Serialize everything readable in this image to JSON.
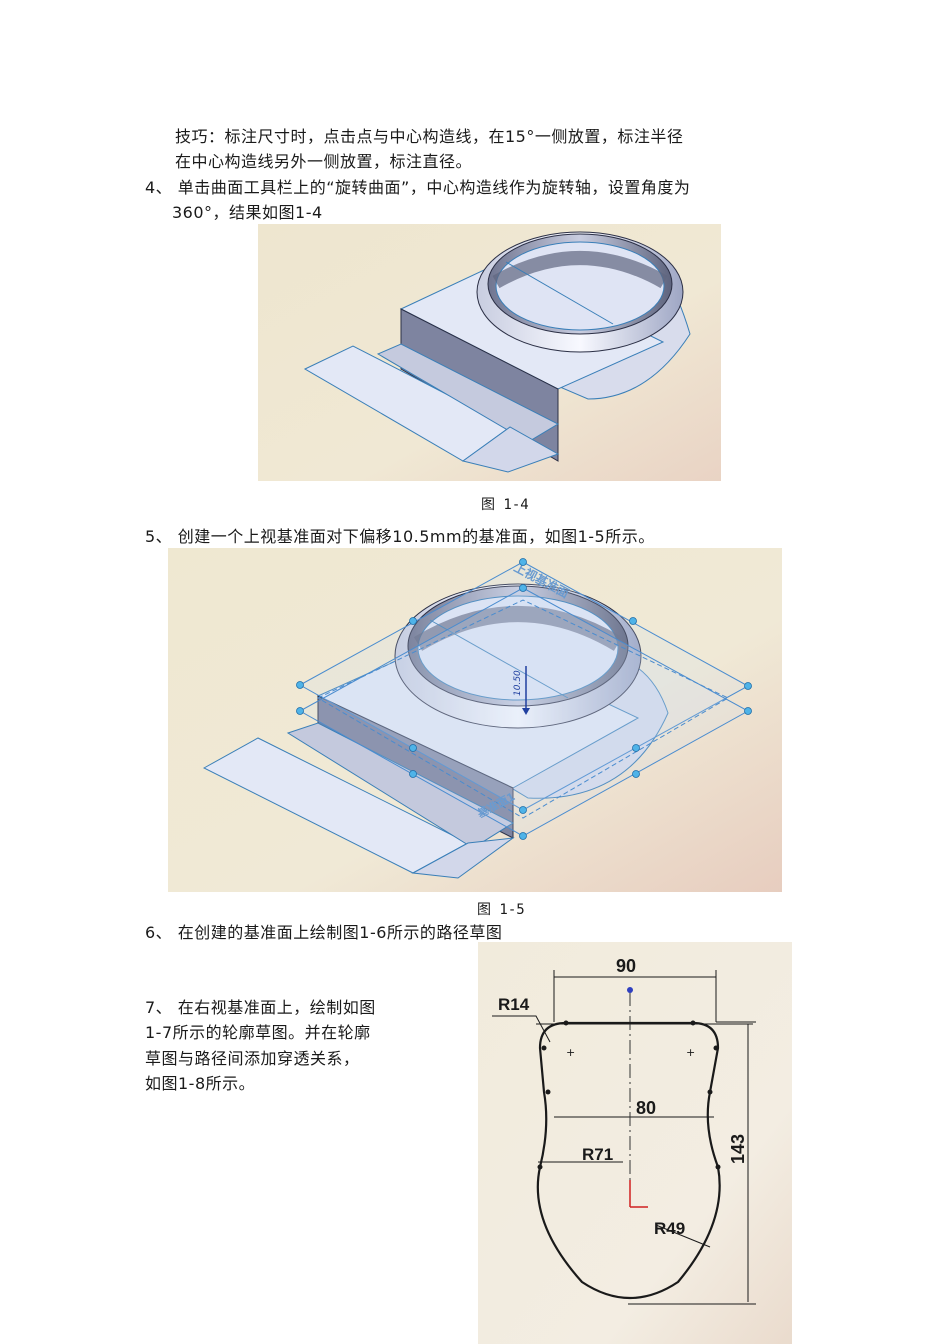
{
  "tip": {
    "line1": "技巧：标注尺寸时，点击点与中心构造线，在15°一侧放置，标注半径",
    "line2": "在中心构造线另外一侧放置，标注直径。"
  },
  "step4": {
    "line1": "4、 单击曲面工具栏上的“旋转曲面”，中心构造线作为旋转轴，设置角度为",
    "line2": "360°，结果如图1-4"
  },
  "fig1_4": {
    "caption": "图 1-4"
  },
  "step5": {
    "text": "5、 创建一个上视基准面对下偏移10.5mm的基准面，如图1-5所示。"
  },
  "fig1_5": {
    "caption": "图 1-5",
    "plane_label": "上视基准面",
    "offset_label": "10.50",
    "side_label": "基准面1"
  },
  "step6": {
    "text": "6、 在创建的基准面上绘制图1-6所示的路径草图"
  },
  "step7": {
    "line1": "7、 在右视基准面上，绘制如图",
    "line2": "1-7所示的轮廓草图。并在轮廓",
    "line3": "草图与路径间添加穿透关系，",
    "line4": "如图1-8所示。"
  },
  "sketch": {
    "dim_top": "90",
    "dim_r14": "R14",
    "dim_mid": "80",
    "dim_r71": "R71",
    "dim_height": "143",
    "dim_r49": "R49"
  }
}
